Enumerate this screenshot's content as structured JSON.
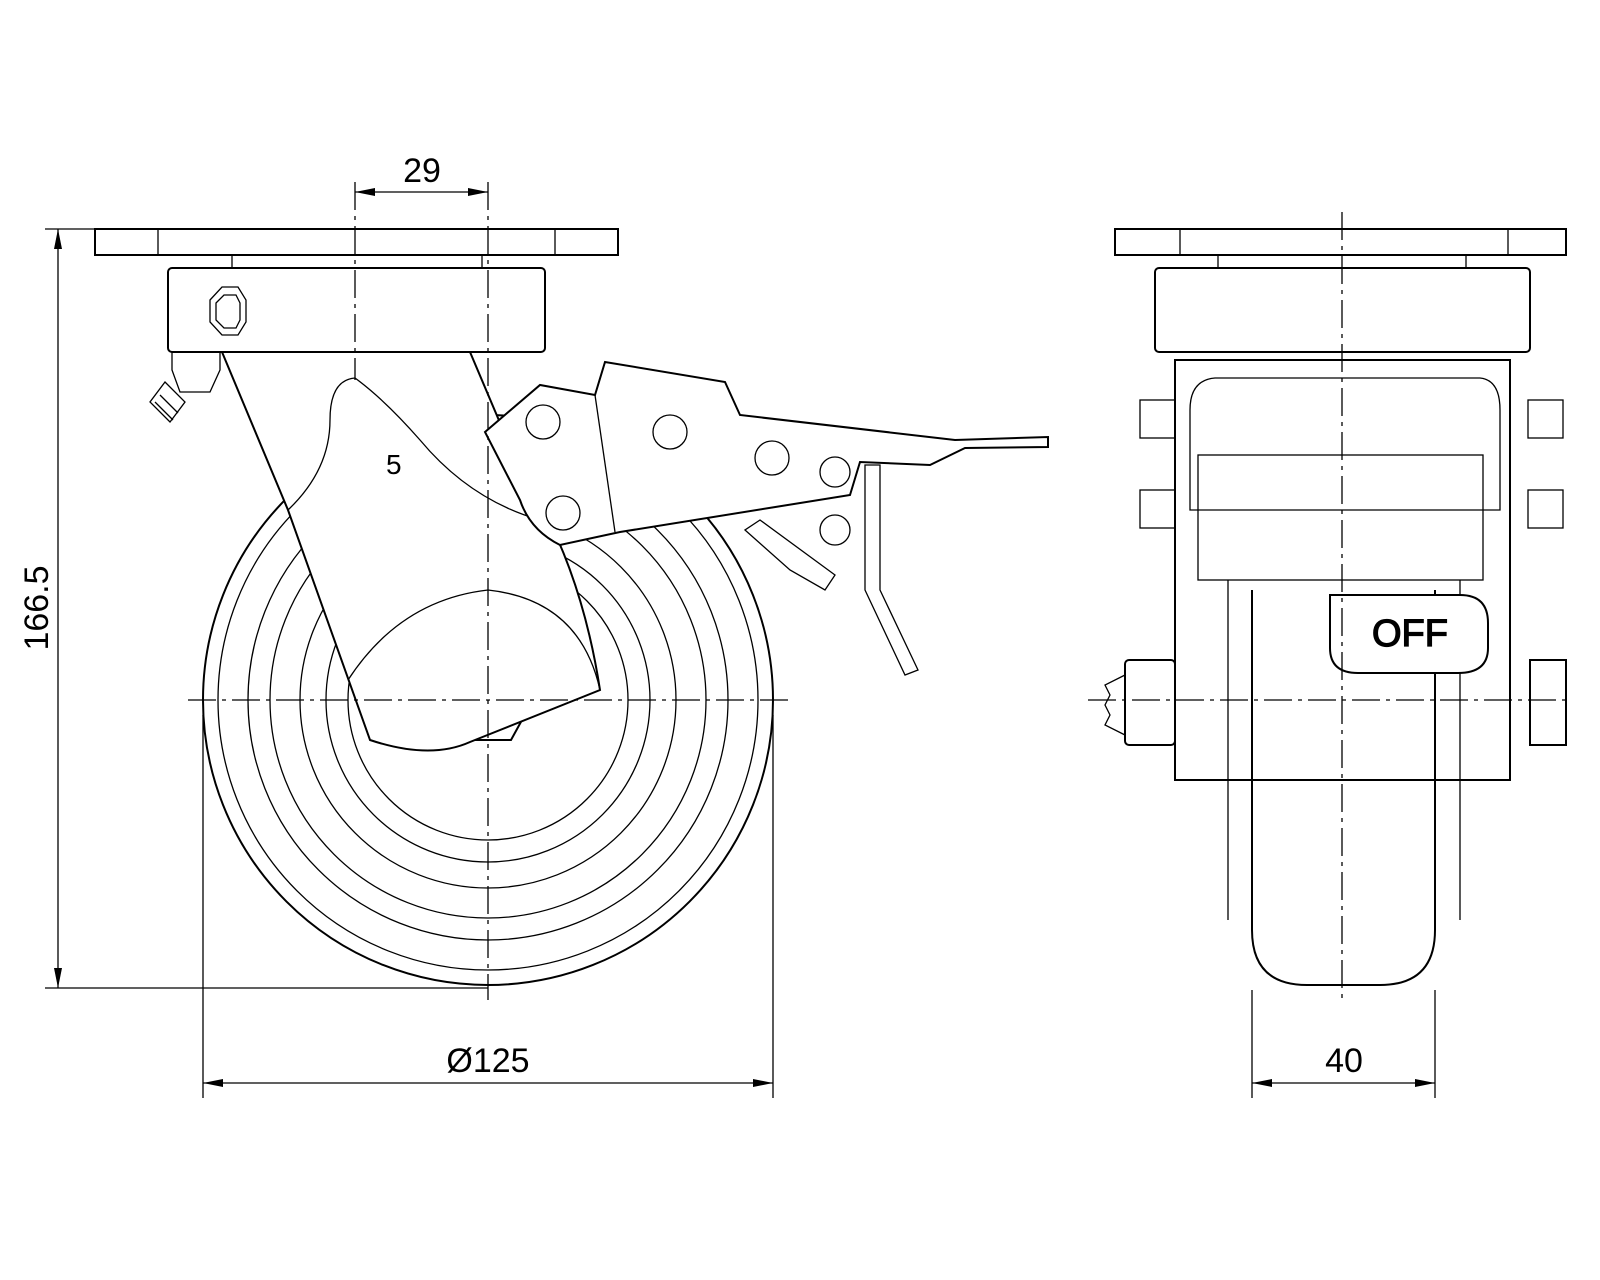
{
  "drawing": {
    "dimensions": {
      "offset": "29",
      "height": "166.5",
      "wheel_diameter": "Ø125",
      "wheel_width": "40"
    },
    "labels": {
      "brake_state": "OFF",
      "part_mark": "5"
    }
  }
}
